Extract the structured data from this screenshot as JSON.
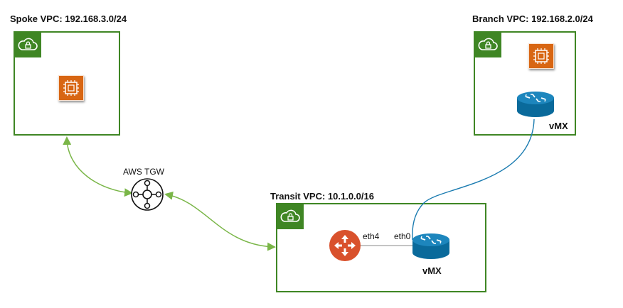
{
  "spoke": {
    "title": "Spoke VPC: 192.168.3.0/24"
  },
  "branch": {
    "title": "Branch VPC: 192.168.2.0/24",
    "router_label": "vMX"
  },
  "transit": {
    "title": "Transit VPC: 10.1.0.0/16",
    "router_label": "vMX",
    "eth4": "eth4",
    "eth0": "eth0"
  },
  "tgw": {
    "label": "AWS TGW"
  },
  "colors": {
    "vpc_green": "#3f8624",
    "ec2_orange": "#d86613",
    "router_blue": "#0a6a9b",
    "link_green": "#7ab648",
    "link_blue": "#1a7bb0",
    "nat_red": "#d9512c"
  },
  "icons": {
    "vpc": "vpc-cloud-lock-icon",
    "ec2": "ec2-instance-icon",
    "router": "router-icon",
    "tgw": "transit-gateway-icon",
    "nat": "routing-icon"
  }
}
